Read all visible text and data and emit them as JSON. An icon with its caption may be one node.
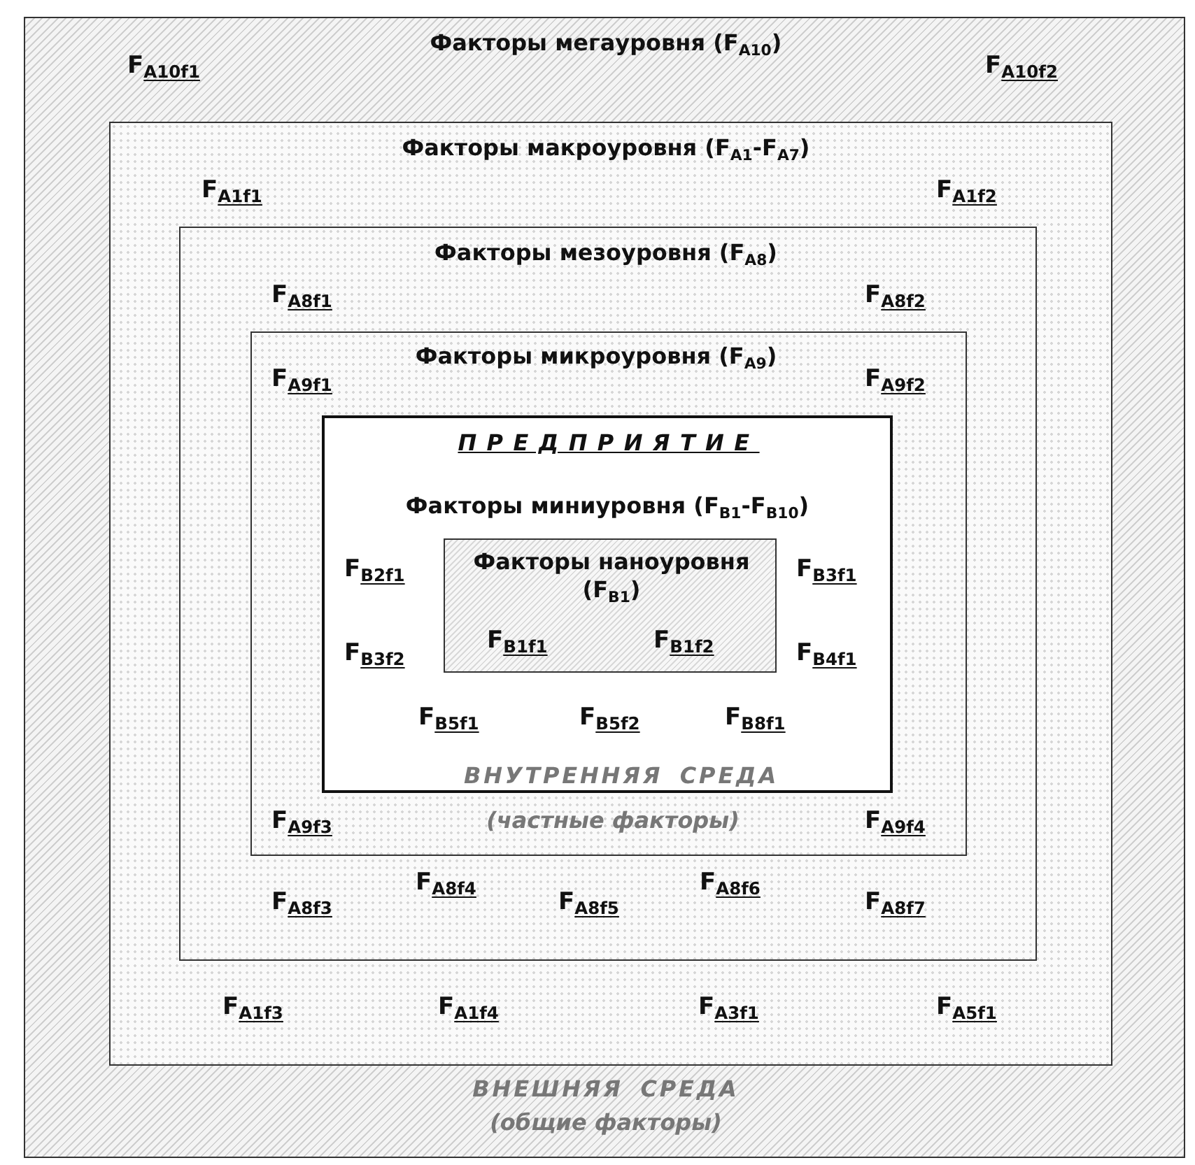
{
  "diagram": {
    "nodes": [
      {
        "text": [
          "Факторы мегауровня (F$_{A10}$)",
          "F$_{A10f1}$",
          "F$_{A10f2}$",
          "ВНЕШНЯЯ СРЕДА",
          "(общие факторы)"
        ]
      },
      {
        "text": [
          "Факторы макроуровня (F$_{A1}$-F$_{A7}$)",
          "F$_{A1f1}$",
          "F$_{A1f2}$",
          "F$_{A1f3}$",
          "F$_{A1f4}$",
          "F$_{A3f1}$",
          "F$_{A5f1}$"
        ],
        "in": 0
      },
      {
        "text": [
          "Факторы мезоуровня (F$_{A8}$)",
          "F$_{A8f1}$",
          "F$_{A8f2}$",
          "F$_{A8f4}$",
          "F$_{A8f6}$",
          "F$_{A8f3}$",
          "F$_{A8f5}$",
          "F$_{A8f7}$"
        ],
        "in": 1
      },
      {
        "text": [
          "Факторы микроуровня (F$_{A9}$)",
          "F$_{A9f1}$",
          "F$_{A9f2}$",
          "F$_{A9f3}$",
          "(частные факторы)",
          "F$_{A9f4}$"
        ],
        "in": 2
      },
      {
        "text": [
          "ПРЕДПРИЯТИЕ",
          "Факторы миниуровня (F$_{B1}$-F$_{B10}$)",
          "F$_{B2f1}$",
          "F$_{B3f1}$",
          "F$_{B3f2}$",
          "F$_{B4f1}$",
          "F$_{B5f1}$",
          "F$_{B5f2}$",
          "F$_{B8f1}$",
          "ВНУТРЕННЯЯ СРЕДА"
        ],
        "in": 3
      },
      {
        "text": [
          "Факторы наноуровня (F$_{B1}$)",
          "F$_{B1f1}$",
          "F$_{B1f2}$"
        ],
        "in": 4
      }
    ]
  }
}
